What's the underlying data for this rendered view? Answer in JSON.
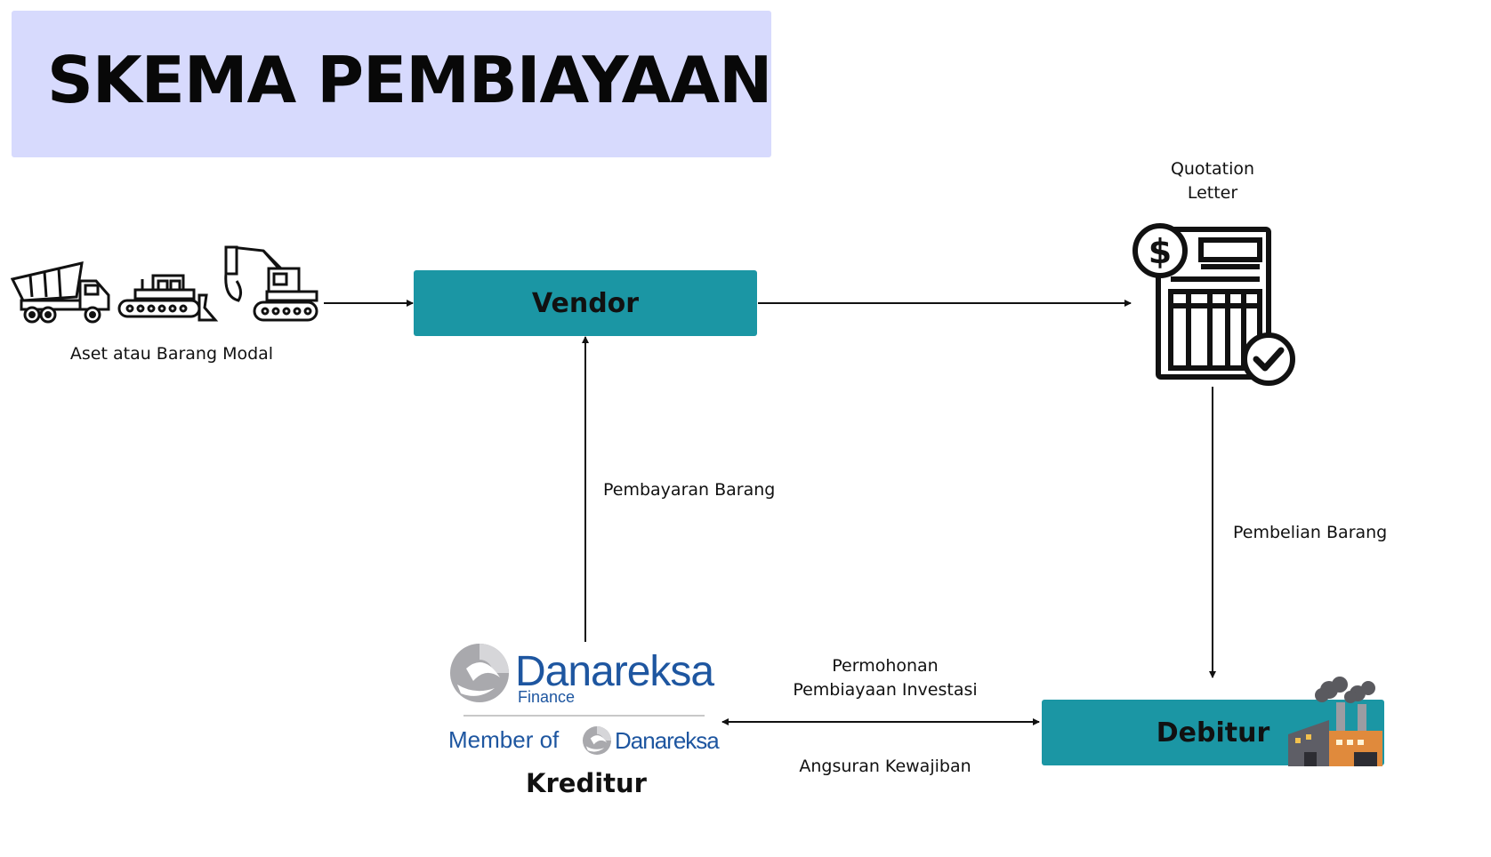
{
  "title": "SKEMA PEMBIAYAAN",
  "nodes": {
    "vendor": "Vendor",
    "debitur": "Debitur",
    "kreditur": "Kreditur"
  },
  "labels": {
    "asset": "Aset atau Barang Modal",
    "quotation_line1": "Quotation",
    "quotation_line2": "Letter",
    "payment": "Pembayaran Barang",
    "purchase": "Pembelian Barang",
    "application_line1": "Permohonan",
    "application_line2": "Pembiayaan Investasi",
    "installment": "Angsuran Kewajiban"
  },
  "logo": {
    "brand": "Danareksa",
    "sub": "Finance",
    "member_of": "Member of",
    "member_brand": "Danareksa"
  },
  "icons": {
    "assets": [
      "dump-truck-icon",
      "bulldozer-icon",
      "excavator-icon"
    ],
    "document": "quotation-document-icon",
    "factory": "factory-icon"
  },
  "colors": {
    "title_bg": "#d7dafd",
    "node_bg": "#1b96a4",
    "brand_blue": "#1e56a0"
  }
}
